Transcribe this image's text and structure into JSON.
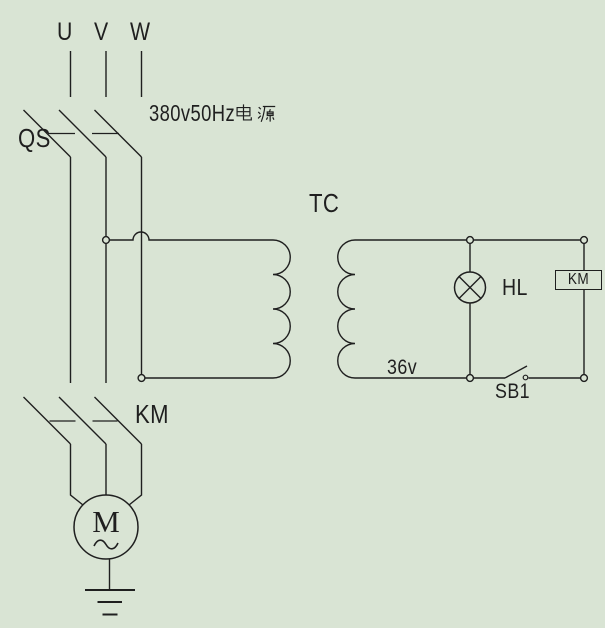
{
  "colors": {
    "background": "#d9e4d4",
    "line": "#1f1f1f"
  },
  "power_input": {
    "phase_labels": [
      "U",
      "V",
      "W"
    ],
    "source_label": "380v50Hz电源",
    "source_label_latin": "380v50Hz",
    "source_label_cjk": "电源"
  },
  "components": {
    "disconnect_switch": {
      "label": "QS"
    },
    "contactor_main_contacts": {
      "label": "KM"
    },
    "transformer": {
      "label": "TC",
      "secondary_voltage": "36v"
    },
    "indicator_lamp": {
      "label": "HL"
    },
    "contactor_coil": {
      "label": "KM"
    },
    "pushbutton": {
      "label": "SB1"
    },
    "motor": {
      "label": "M",
      "current_symbol": "~"
    }
  }
}
